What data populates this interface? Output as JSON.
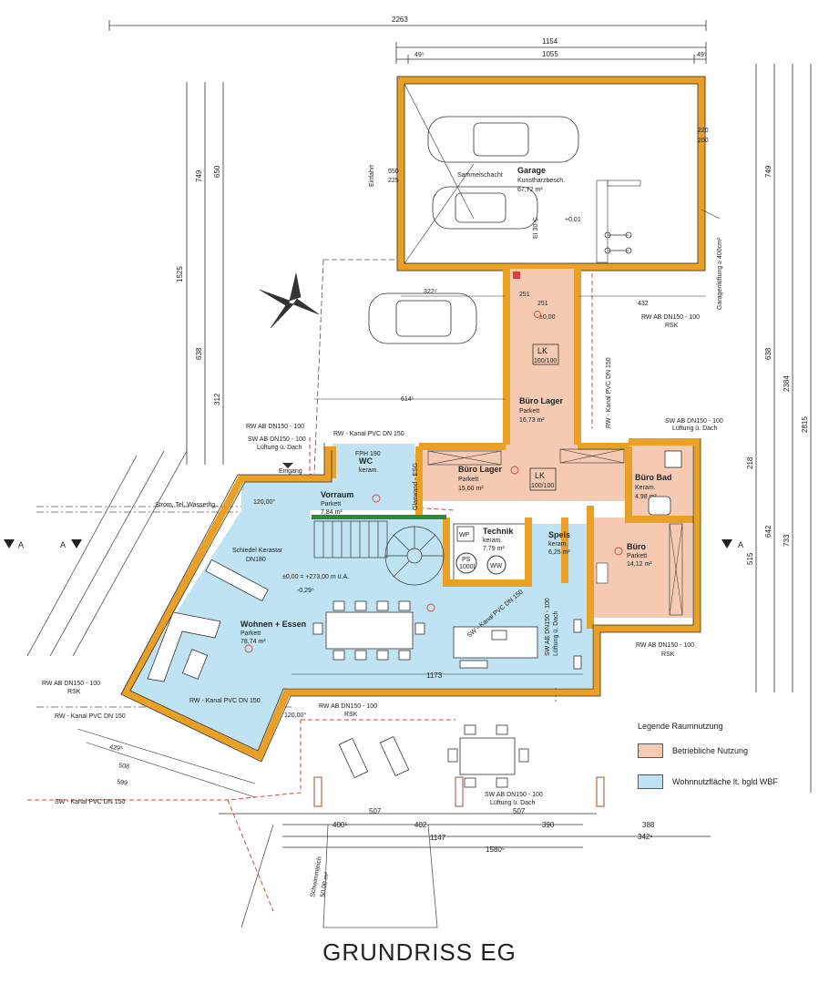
{
  "page": {
    "title": "GRUNDRISS EG"
  },
  "colors": {
    "wall": "#e9a024",
    "living": "#bfe3f2",
    "business": "#f6c9b2",
    "line": "#333333",
    "dash_red": "#d9443a"
  },
  "legend": {
    "title": "Legende Raumnutzung",
    "items": [
      {
        "label": "Betriebliche Nutzung",
        "color": "#f6c9b2"
      },
      {
        "label": "Wohnnutzfläche lt. bgld WBF",
        "color": "#bfe3f2"
      }
    ]
  },
  "rooms": {
    "garage": {
      "name": "Garage",
      "floor": "Kunstharzbesch.",
      "area": "67,72 m²"
    },
    "buero_lager_1": {
      "name": "Büro Lager",
      "floor": "Parkett",
      "area": "16,73 m²"
    },
    "buero_lager_2": {
      "name": "Büro Lager",
      "floor": "Parkett",
      "area": "15,60 m²"
    },
    "wc": {
      "name": "WC",
      "floor": "keram."
    },
    "vorraum": {
      "name": "Vorraum",
      "floor": "Parkett",
      "area": "7,84 m²"
    },
    "technik": {
      "name": "Technik",
      "floor": "keram.",
      "area": "7,79 m²"
    },
    "speis": {
      "name": "Speis",
      "floor": "keram.",
      "area": "6,25 m²"
    },
    "buero_bad": {
      "name": "Büro Bad",
      "floor": "Keram.",
      "area": "4,98 m²"
    },
    "buero": {
      "name": "Büro",
      "floor": "Parkett",
      "area": "14,12 m²"
    },
    "wohnen": {
      "name": "Wohnen + Essen",
      "floor": "Parkett",
      "area": "78,74 m²"
    }
  },
  "dimensions": {
    "top_total": "2263",
    "top_1154": "1154",
    "top_1055": "1055",
    "top_495a": "49⁵",
    "top_495b": "49⁵",
    "bottom_1580": "1580⁵",
    "bottom_1147": "1147",
    "bottom_400": "400⁵",
    "bottom_402": "402",
    "bottom_390": "390",
    "bottom_388": "388",
    "bottom_342": "342⁵",
    "bottom_507a": "507",
    "bottom_507b": "507",
    "left_1525": "1525",
    "left_749": "749",
    "left_650": "650",
    "left_638": "638",
    "left_312": "312",
    "right_2815": "2815",
    "right_2384": "2384",
    "right_749": "749",
    "right_638": "638",
    "right_642": "642",
    "right_733": "733",
    "right_515": "515",
    "right_218": "218",
    "wohnen_1173": "1173",
    "d614": "614⁵",
    "d432": "432",
    "d322": "322⁵",
    "d251a": "251",
    "d251b": "251",
    "d220": "220",
    "d200": "200",
    "d550": "550",
    "d225": "225",
    "d599": "599",
    "d508": "508",
    "d429": "429⁵",
    "d120a": "120,00°",
    "d120b": "120,00°"
  },
  "labels": {
    "sammelschacht": "Sammelschacht",
    "lk1": "LK",
    "lk1b": "100/100",
    "lk2": "LK",
    "lk2b": "100/100",
    "wp": "WP",
    "ps": "PS",
    "ps_val": "1000l",
    "ww": "WW",
    "level_001": "+0,01",
    "level_000a": "±0,00",
    "level_000b": "±0,00 = +273,00 m ü.A.",
    "level_029": "-0,29⁵",
    "garage_vent": "Garagenlüftung ≥ 400cm²",
    "schiedel": "Schiedel Kerastar",
    "schiedel_dn": "DN180",
    "strom": "Strom, Tel, Wasserltg.",
    "eingang": "Eingang",
    "einfahrt": "Einfahrt",
    "ei30": "EI 30-C",
    "fph": "FPH 190",
    "glaswand": "Glaswand - ESG",
    "section_a": "A",
    "rw_top": "RW AB DN150 - 100",
    "rsk": "RSK",
    "rw_kanal": "RW - Kanal PVC DN 150",
    "sw_ab_left": "SW AB DN150 - 100",
    "lueftung": "Lüftung ü. Dach",
    "sw_ab_right": "SW AB DN150 - 100",
    "rw_ab_left": "RW AB DN150 - 100",
    "rw_kanal_left": "RW - Kanal PVC DN 150",
    "sw_kanal_left": "SW - Kanal PVC DN 150",
    "rw_ab_bottom": "RW AB DN150 - 100",
    "sw_ab_bottom": "SW AB DN150 - 100",
    "rw_ab_right2": "RW AB DN150 - 100",
    "sw_kanal_mid": "SW - Kanal PVC DN 150",
    "rw_kanal_vert": "RW - Kanal PVC DN 150",
    "sw_ab_vert": "SW AB DN150 - 100",
    "rw_kanal_mid": "RW - Kanal PVC DN 150",
    "schwimmteich": "Schwimmteich",
    "schwimm_area": "50,00 m²"
  }
}
